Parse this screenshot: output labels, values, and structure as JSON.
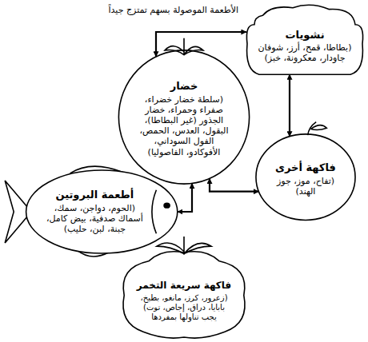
{
  "diagram": {
    "nodes": [
      {
        "text": [
          "نشويات",
          "(بطاطا، قمح، أرز، شوفان جاودار، معكرونة، خبز)"
        ]
      },
      {
        "text": [
          "خضار",
          "(سلطة خضار خضراء، صفراء وحمراء، خضار الجذور (غير البطاطا)، البقول، العدس، الحمص، الفول السوداني، الأفوكادو، الفاصوليا)"
        ]
      },
      {
        "text": [
          "فاكهة أخرى",
          "(تفاح، موز، جوز الهند)"
        ]
      },
      {
        "text": [
          "أطعمة البروتين",
          "(الحوم، دواجن، سمك، أسماك صدفية، بيض كامل، جبنة، لبن، حليب)"
        ]
      },
      {
        "text": [
          "فاكهة سريعة التخمر",
          "(زعرور، كرز، مانغو، بطيخ، بابايا، دراق، إجاص، توت)",
          "يجب تناولها بمفردها"
        ]
      }
    ],
    "edges": [
      {
        "from": 1,
        "to": 0,
        "arrow": "both"
      },
      {
        "from": 0,
        "to": 2,
        "arrow": "both"
      },
      {
        "from": 3,
        "to": 1,
        "arrow": "both"
      },
      {
        "from": 2,
        "to": 1,
        "arrow": "both"
      }
    ],
    "labels": [
      "الأطعمة الموصولة بسهم تمتزج جيداً"
    ]
  }
}
